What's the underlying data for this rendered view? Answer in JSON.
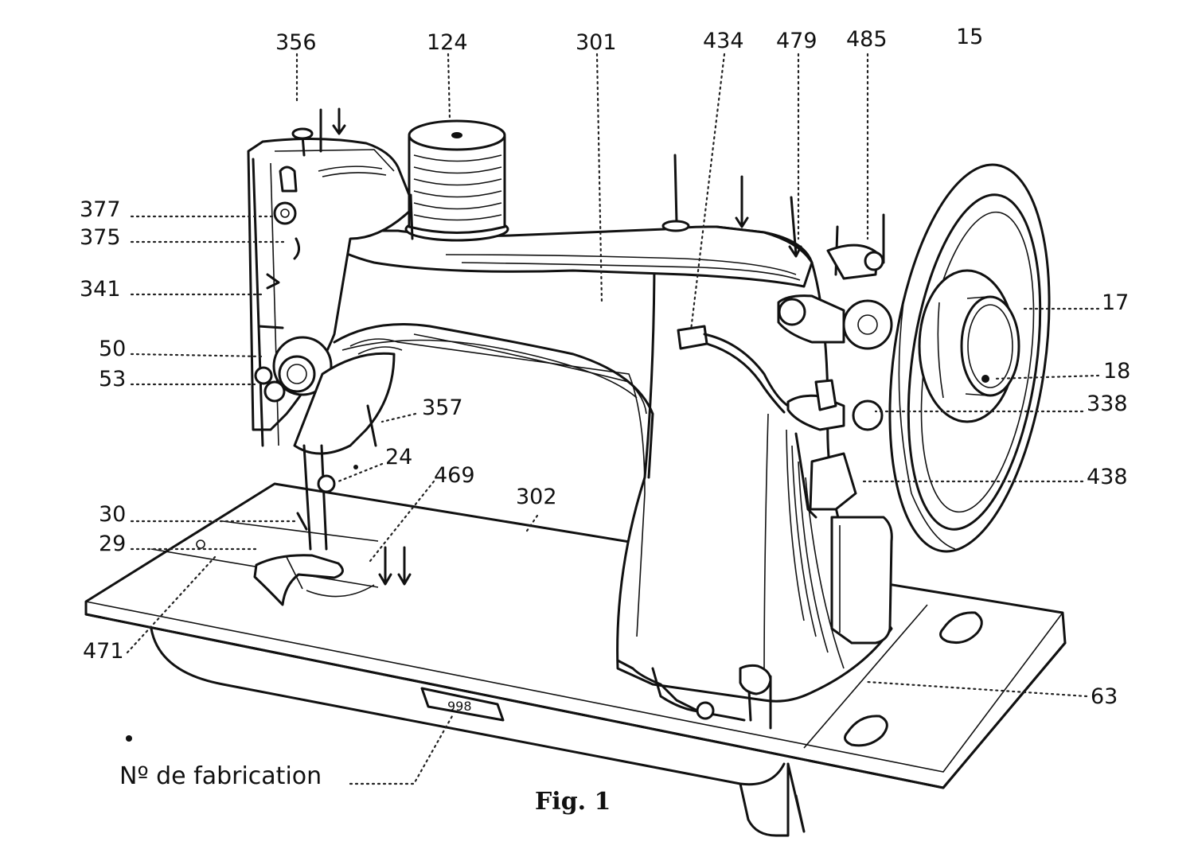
{
  "figure": {
    "caption": "Fig. 1",
    "serial_plate": "998",
    "serial_label": "Nº de fabrication"
  },
  "callouts": [
    {
      "id": "356",
      "text": "356"
    },
    {
      "id": "124",
      "text": "124"
    },
    {
      "id": "301",
      "text": "301"
    },
    {
      "id": "434",
      "text": "434"
    },
    {
      "id": "479",
      "text": "479"
    },
    {
      "id": "485",
      "text": "485"
    },
    {
      "id": "15",
      "text": "15"
    },
    {
      "id": "377",
      "text": "377"
    },
    {
      "id": "375",
      "text": "375"
    },
    {
      "id": "341",
      "text": "341"
    },
    {
      "id": "50",
      "text": "50"
    },
    {
      "id": "53",
      "text": "53"
    },
    {
      "id": "357",
      "text": "357"
    },
    {
      "id": "24",
      "text": "24"
    },
    {
      "id": "469",
      "text": "469"
    },
    {
      "id": "302",
      "text": "302"
    },
    {
      "id": "30",
      "text": "30"
    },
    {
      "id": "29",
      "text": "29"
    },
    {
      "id": "471",
      "text": "471"
    },
    {
      "id": "17",
      "text": "17"
    },
    {
      "id": "18",
      "text": "18"
    },
    {
      "id": "338",
      "text": "338"
    },
    {
      "id": "438",
      "text": "438"
    },
    {
      "id": "63",
      "text": "63"
    }
  ]
}
